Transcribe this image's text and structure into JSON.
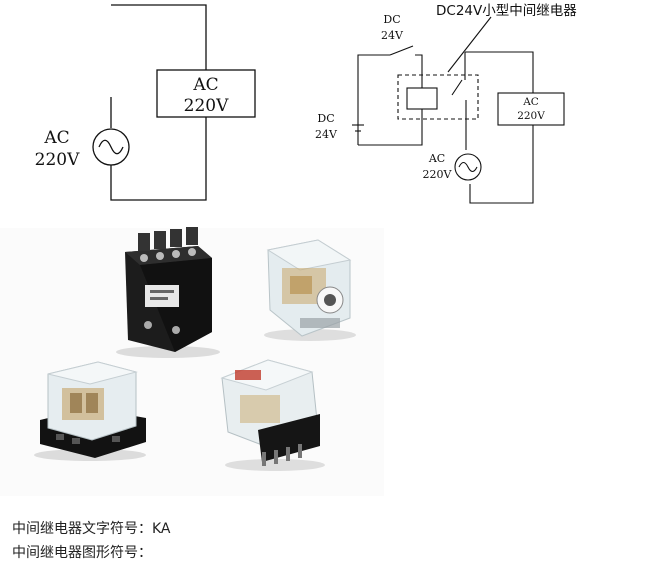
{
  "left_circuit": {
    "source_label_line1": "AC",
    "source_label_line2": "220V",
    "load_label_line1": "AC",
    "load_label_line2": "220V"
  },
  "right_circuit": {
    "title": "DC24V小型中间继电器",
    "switch_label_line1": "DC",
    "switch_label_line2": "24V",
    "battery_label_line1": "DC",
    "battery_label_line2": "24V",
    "ac_source_label_line1": "AC",
    "ac_source_label_line2": "220V",
    "load_label_line1": "AC",
    "load_label_line2": "220V"
  },
  "photos": [
    {
      "name": "contactor-style-relay"
    },
    {
      "name": "clear-square-relay"
    },
    {
      "name": "clear-relay-with-black-socket"
    },
    {
      "name": "round-octal-relay"
    }
  ],
  "captions": {
    "text_symbol": "中间继电器文字符号：KA",
    "graphic_symbol": "中间继电器图形符号："
  }
}
